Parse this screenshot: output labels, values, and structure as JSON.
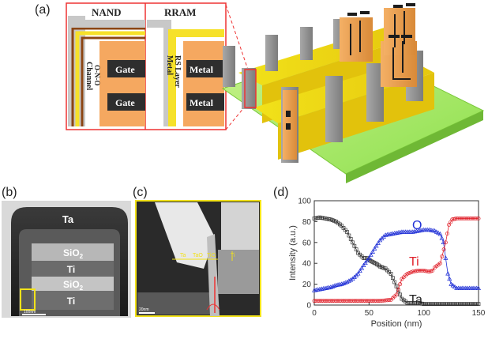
{
  "labels": {
    "a": "(a)",
    "b": "(b)",
    "c": "(c)",
    "d": "(d)"
  },
  "schematic": {
    "nand_title": "NAND",
    "rram_title": "RRAM",
    "gate1": "Gate",
    "gate2": "Gate",
    "metal1": "Metal",
    "metal2": "Metal",
    "channel": "Channel",
    "ono": "O-N-O",
    "rs_layer": "RS Layer",
    "metal_vert": "Metal"
  },
  "tem_b": {
    "ta": "Ta",
    "sio2_1": "SiO",
    "sio2_2": "SiO",
    "sub2": "2",
    "ti1": "Ti",
    "ti2": "Ti",
    "scale": "100nm"
  },
  "tem_c": {
    "ta": "Ta",
    "tao": "TaO",
    "tio": "TiO",
    "ti": "Ti",
    "scale": "20nm"
  },
  "colors": {
    "o_series": "#1f2fd6",
    "ti_series": "#e0202a",
    "ta_series": "#333333",
    "highlight": "#f2e21a"
  },
  "chart_data": {
    "type": "scatter",
    "xlabel": "Position (nm)",
    "ylabel": "Intensity (a.u.)",
    "xlim": [
      0,
      150
    ],
    "ylim": [
      0,
      100
    ],
    "xticks": [
      0,
      50,
      100,
      150
    ],
    "yticks": [
      0,
      20,
      40,
      60,
      80,
      100
    ],
    "grid": false,
    "series": [
      {
        "name": "Ta",
        "marker": "square",
        "color": "#333333",
        "x": [
          0,
          5,
          10,
          15,
          20,
          25,
          30,
          35,
          40,
          45,
          48,
          52,
          56,
          60,
          65,
          70,
          75,
          80,
          85,
          90,
          95,
          100,
          110,
          120,
          130,
          140,
          150
        ],
        "y": [
          83,
          84,
          83,
          82,
          80,
          76,
          70,
          60,
          50,
          45,
          45,
          42,
          40,
          37,
          35,
          30,
          18,
          6,
          2,
          2,
          2,
          1,
          1,
          1,
          1,
          1,
          1
        ]
      },
      {
        "name": "O",
        "marker": "triangle",
        "color": "#1f2fd6",
        "x": [
          0,
          5,
          10,
          15,
          20,
          25,
          30,
          35,
          40,
          45,
          50,
          55,
          60,
          65,
          70,
          75,
          80,
          85,
          90,
          95,
          100,
          105,
          110,
          115,
          118,
          120,
          122,
          125,
          130,
          140,
          150
        ],
        "y": [
          14,
          15,
          16,
          17,
          19,
          20,
          22,
          25,
          30,
          38,
          45,
          54,
          62,
          67,
          68,
          69,
          70,
          70,
          70,
          71,
          72,
          72,
          71,
          68,
          60,
          45,
          30,
          20,
          16,
          16,
          16
        ]
      },
      {
        "name": "Ti",
        "marker": "circle",
        "color": "#e0202a",
        "x": [
          0,
          10,
          20,
          30,
          40,
          50,
          60,
          70,
          75,
          80,
          85,
          90,
          95,
          100,
          105,
          108,
          110,
          115,
          120,
          123,
          126,
          130,
          140,
          150
        ],
        "y": [
          4,
          4,
          4,
          4,
          4,
          4,
          4,
          5,
          10,
          25,
          30,
          32,
          33,
          33,
          32,
          33,
          36,
          40,
          60,
          77,
          82,
          83,
          83,
          83
        ]
      }
    ]
  }
}
